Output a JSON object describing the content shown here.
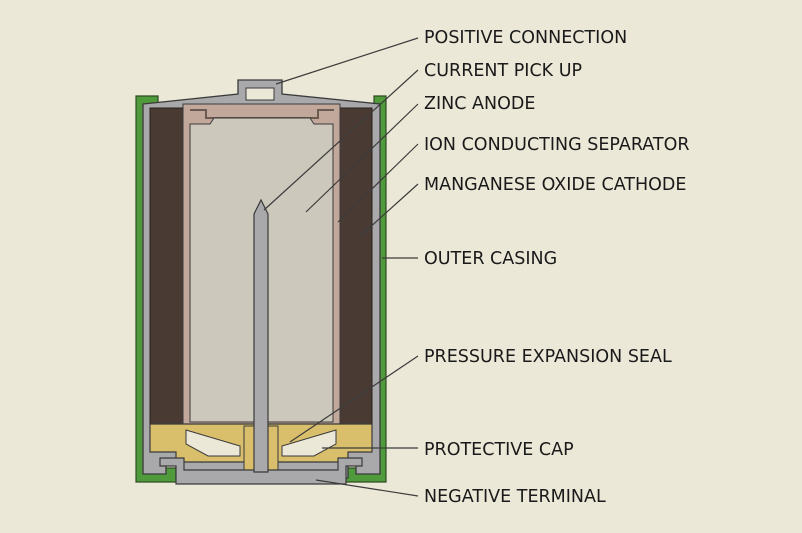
{
  "labels": [
    {
      "id": "positive-connection",
      "text": "POSITIVE CONNECTION"
    },
    {
      "id": "current-pick-up",
      "text": "CURRENT PICK UP"
    },
    {
      "id": "zinc-anode",
      "text": "ZINC ANODE"
    },
    {
      "id": "ion-conducting-separator",
      "text": "ION CONDUCTING SEPARATOR"
    },
    {
      "id": "manganese-oxide-cathode",
      "text": "MANGANESE OXIDE CATHODE"
    },
    {
      "id": "outer-casing",
      "text": "OUTER CASING"
    },
    {
      "id": "pressure-expansion-seal",
      "text": "PRESSURE EXPANSION SEAL"
    },
    {
      "id": "protective-cap",
      "text": "PROTECTIVE CAP"
    },
    {
      "id": "negative-terminal",
      "text": "NEGATIVE TERMINAL"
    }
  ],
  "colors": {
    "background": "#ece8d8",
    "outer_casing": "#4f9a3a",
    "steel": "#a9a9ab",
    "cathode": "#4a3a34",
    "separator": "#c2a79b",
    "anode": "#cdc8bc",
    "seal": "#d9bf6b",
    "outline": "#3a3a3a"
  }
}
